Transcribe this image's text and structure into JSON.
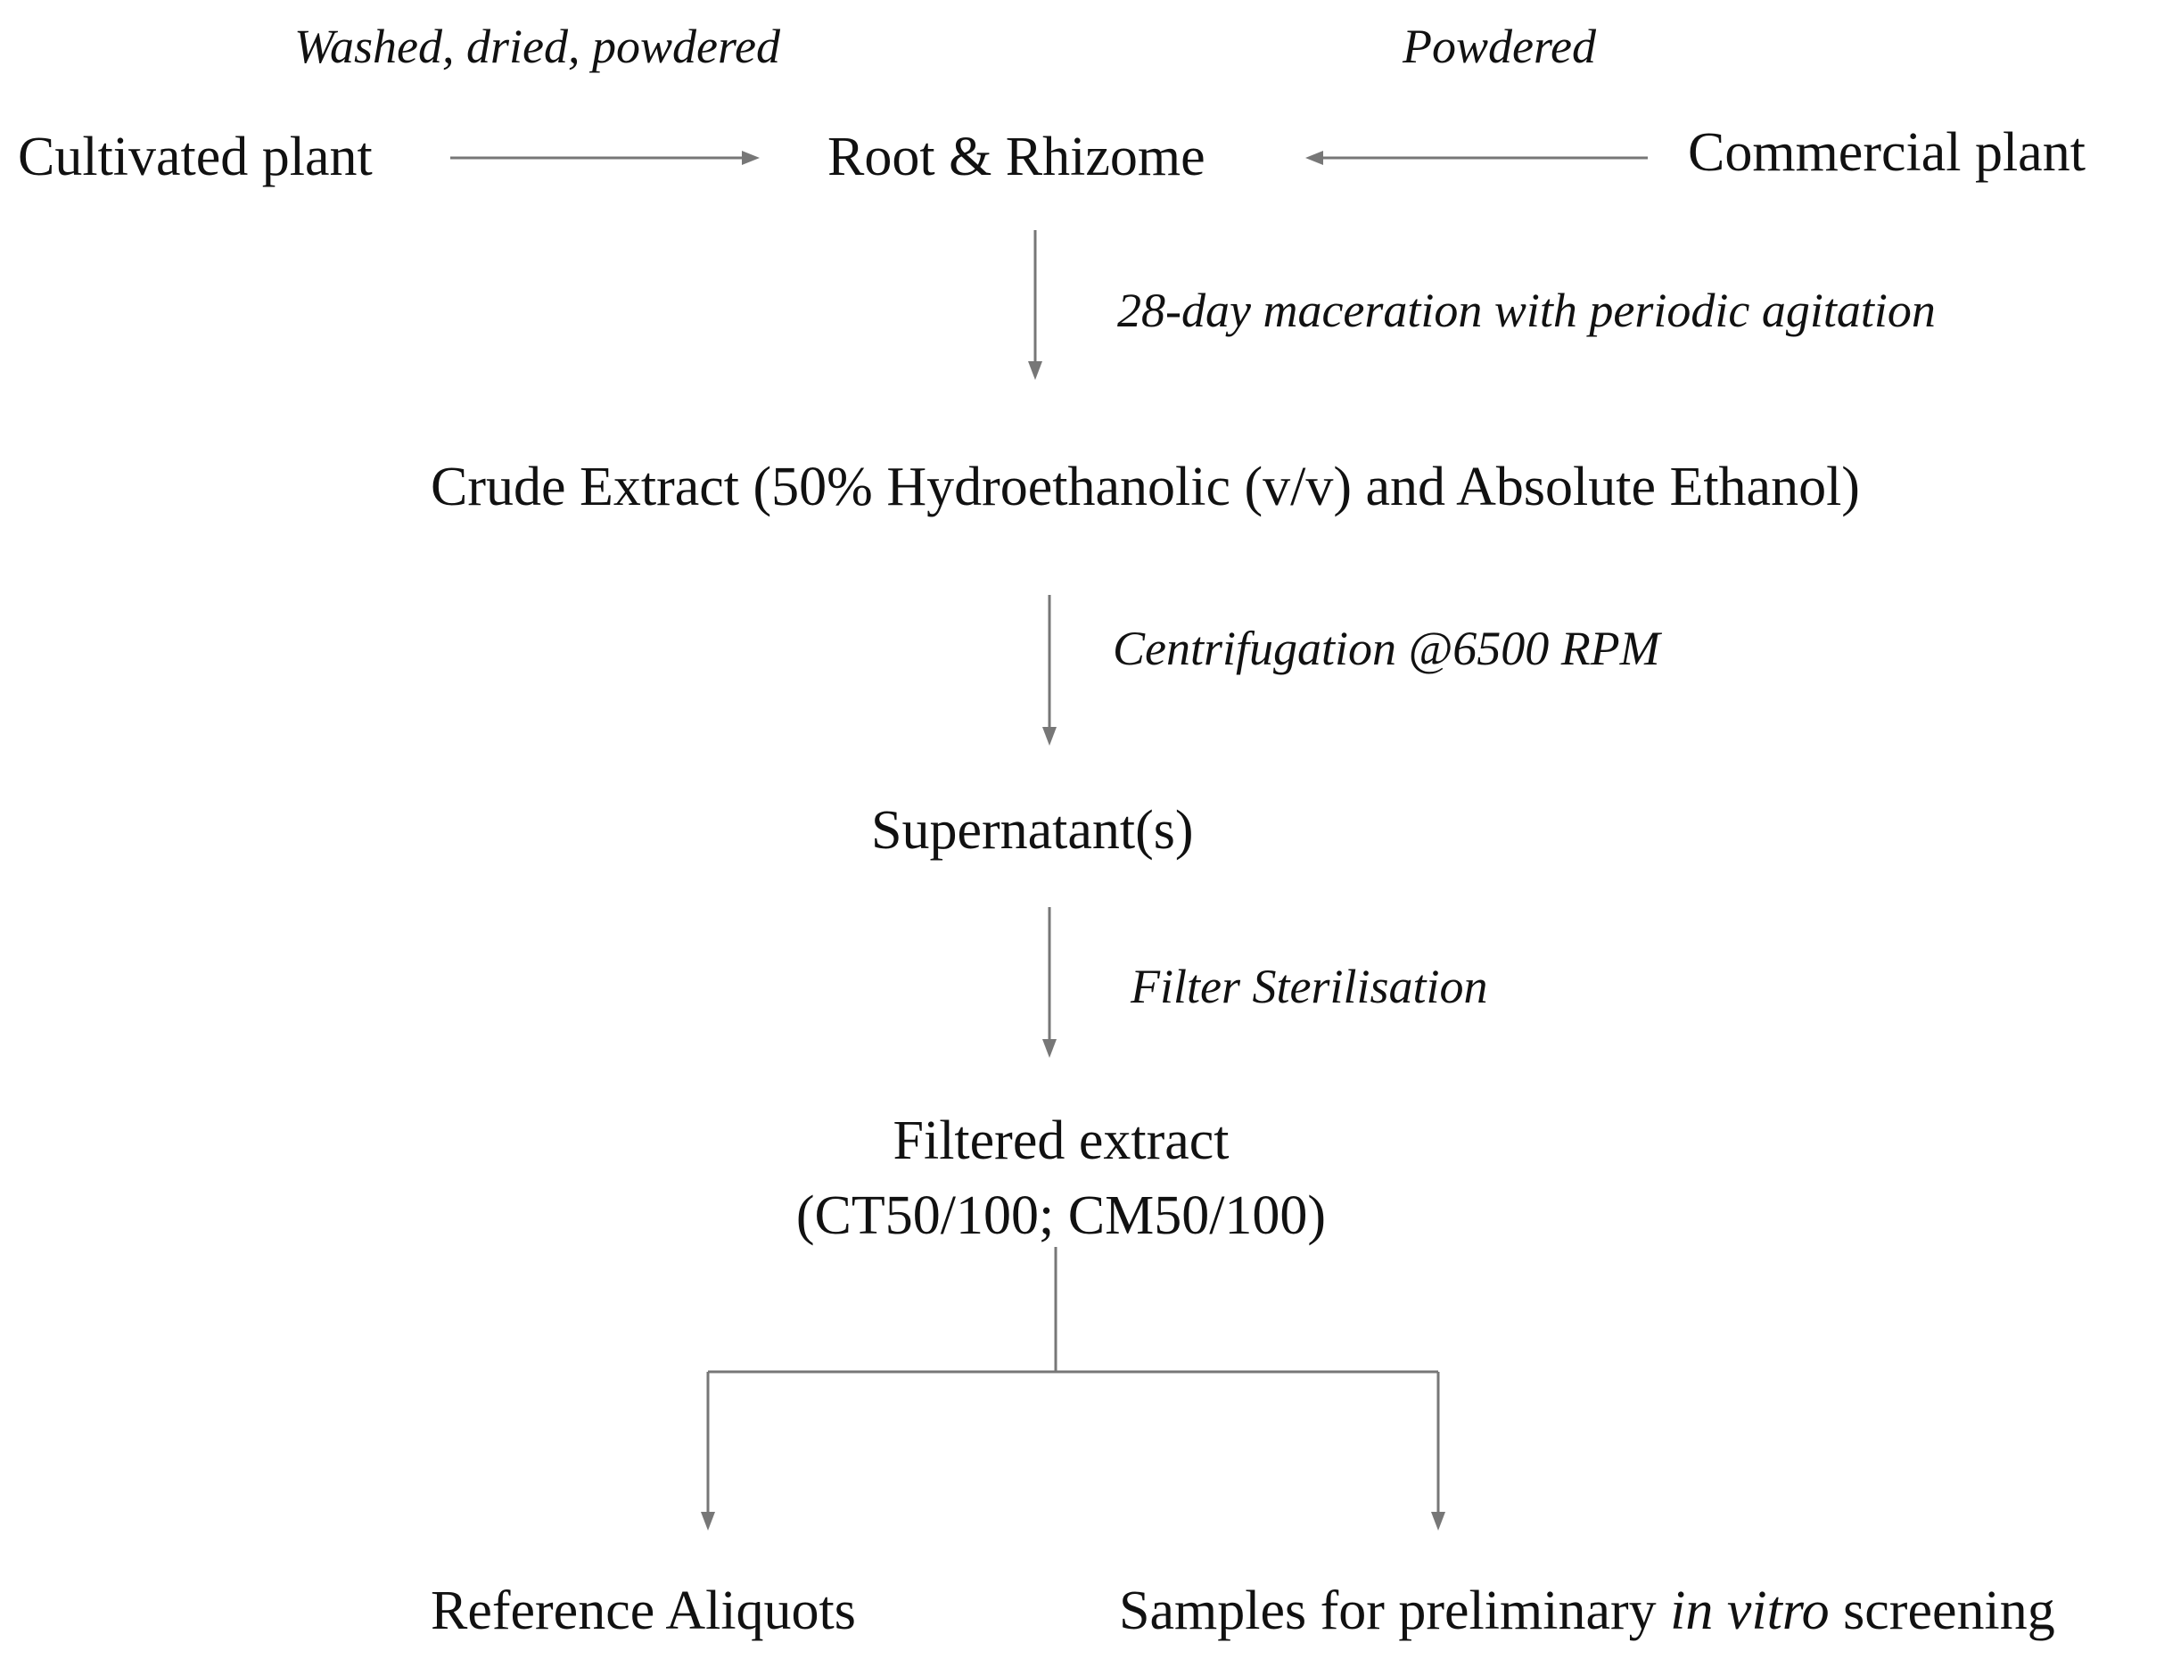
{
  "nodes": {
    "cultivated": "Cultivated plant",
    "root_rhizome": "Root & Rhizome",
    "commercial": "Commercial plant",
    "crude_extract": "Crude Extract (50% Hydroethanolic (v/v) and Absolute Ethanol)",
    "supernatant": "Supernatant(s)",
    "filtered_line1": "Filtered extract",
    "filtered_line2": "(CT50/100; CM50/100)",
    "reference_aliquots": "Reference Aliquots",
    "samples_prefix": "Samples for preliminary ",
    "samples_italic": "in vitro",
    "samples_suffix": " screening"
  },
  "notes": {
    "washed": "Washed, dried, powdered",
    "powdered": "Powdered",
    "maceration": "28-day maceration with periodic agitation",
    "centrifugation": "Centrifugation @6500 RPM",
    "filter": "Filter Sterilisation"
  },
  "colors": {
    "text": "#111111",
    "connector": "#777777"
  }
}
